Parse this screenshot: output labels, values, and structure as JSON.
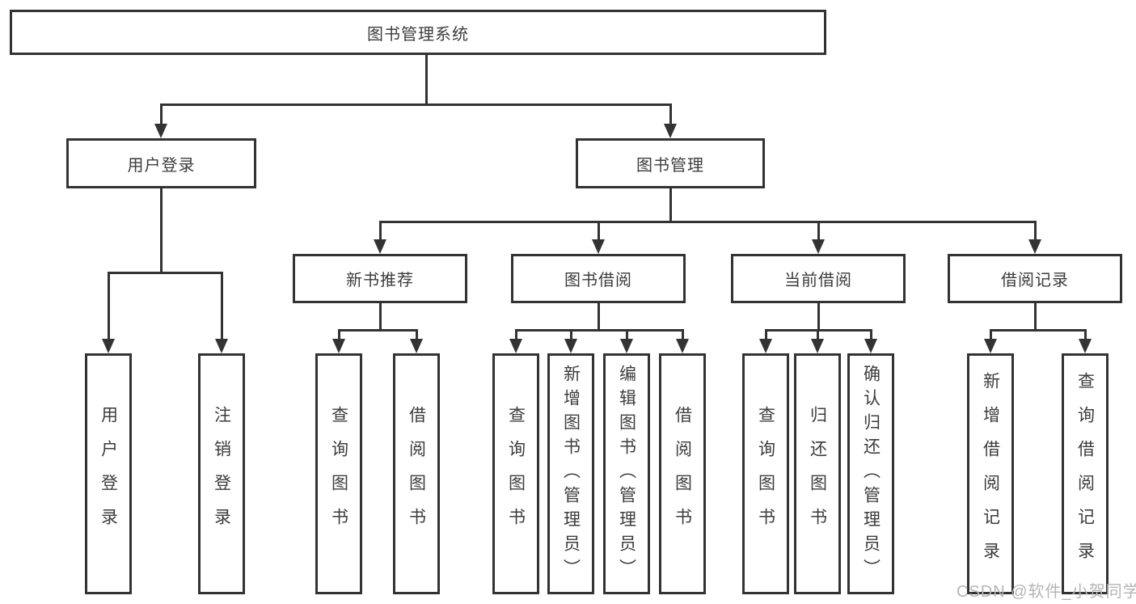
{
  "diagram": {
    "title": "图书管理系统",
    "root": {
      "label": "图书管理系统"
    },
    "level2": [
      {
        "label": "用户登录"
      },
      {
        "label": "图书管理"
      }
    ],
    "level3": [
      {
        "label": "新书推荐",
        "parent": "图书管理"
      },
      {
        "label": "图书借阅",
        "parent": "图书管理"
      },
      {
        "label": "当前借阅",
        "parent": "图书管理"
      },
      {
        "label": "借阅记录",
        "parent": "图书管理"
      }
    ],
    "leaves": [
      {
        "label": "用户登录",
        "parent": "用户登录"
      },
      {
        "label": "注销登录",
        "parent": "用户登录"
      },
      {
        "label": "查询图书",
        "parent": "新书推荐"
      },
      {
        "label": "借阅图书",
        "parent": "新书推荐"
      },
      {
        "label": "查询图书",
        "parent": "图书借阅"
      },
      {
        "label": "新增图书（管理员）",
        "parent": "图书借阅"
      },
      {
        "label": "编辑图书（管理员）",
        "parent": "图书借阅"
      },
      {
        "label": "借阅图书",
        "parent": "图书借阅"
      },
      {
        "label": "查询图书",
        "parent": "当前借阅"
      },
      {
        "label": "归还图书",
        "parent": "当前借阅"
      },
      {
        "label": "确认归还（管理员）",
        "parent": "当前借阅"
      },
      {
        "label": "新增借阅记录",
        "parent": "借阅记录"
      },
      {
        "label": "查询借阅记录",
        "parent": "借阅记录"
      }
    ],
    "colors": {
      "line": "#333333",
      "text": "#3c3c3c",
      "background": "#ffffff",
      "watermark": "#b5b5b5"
    },
    "watermark": "CSDN @软件_小贺同学"
  }
}
